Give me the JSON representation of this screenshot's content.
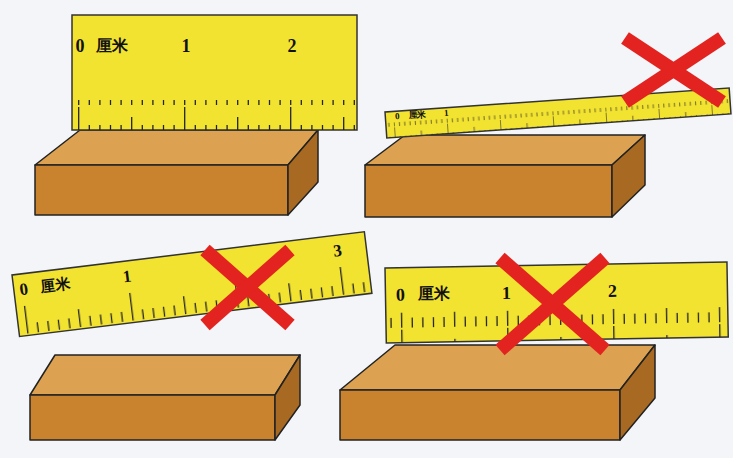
{
  "diagram": {
    "labels": [
      "0",
      "厘米",
      "1",
      "2",
      "0",
      "厘米",
      "1",
      "0",
      "厘米",
      "1",
      "3",
      "0",
      "厘米",
      "1",
      "2"
    ]
  }
}
